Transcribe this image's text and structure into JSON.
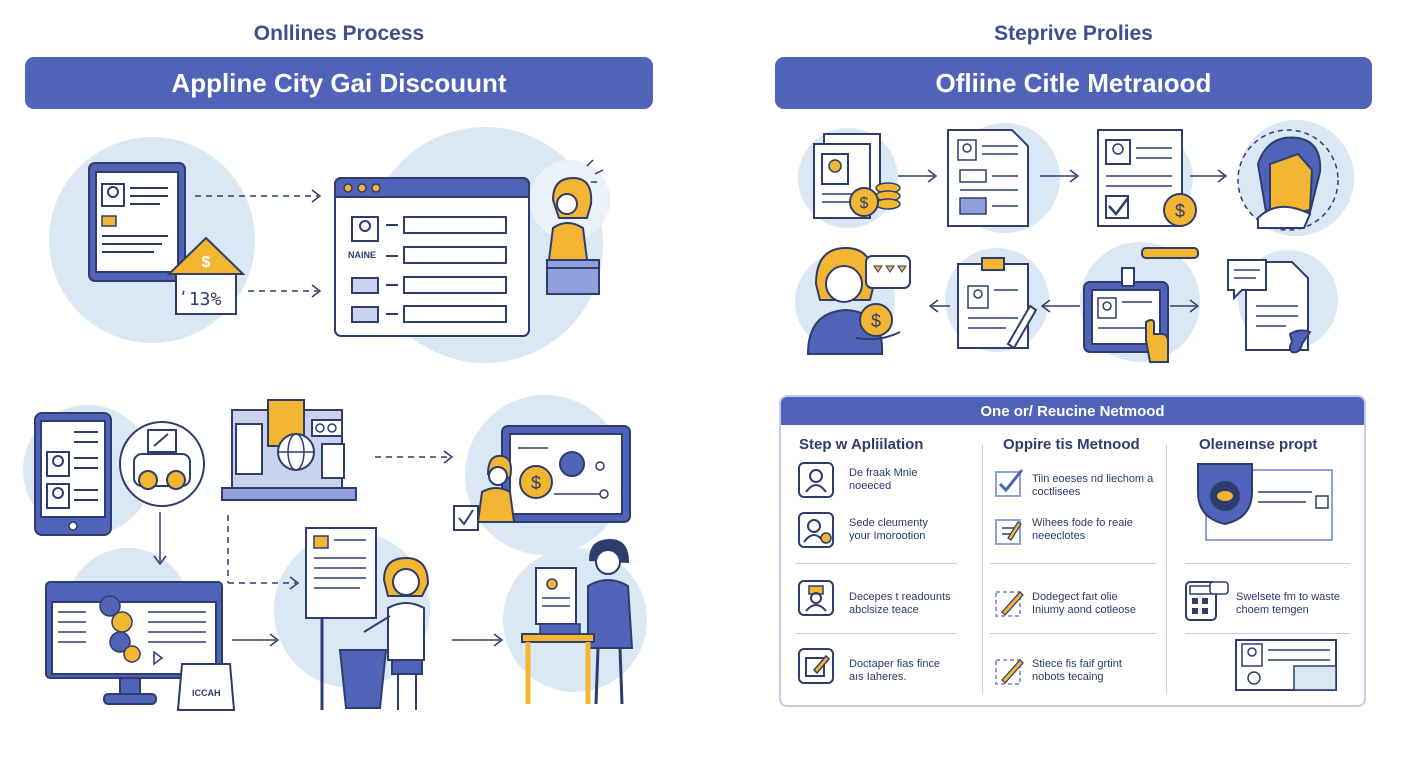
{
  "left": {
    "subtitle": "Onllines Process",
    "banner": "Appline City Gai Discouunt",
    "form_label": "NAINE",
    "price_tag": "ʹ13%",
    "stand_sign": "ICCAH"
  },
  "right": {
    "subtitle": "Steprive Prolies",
    "banner": "Ofliine Citle Metraıood",
    "table": {
      "header": "One or/ Reucine Netmood",
      "columns": [
        {
          "title": "Step w Apliilation",
          "rows": [
            "De fraak Mnie\nnoeeced",
            "Sede cleumenty\nyour Imorootion",
            "Decepes t readounts\nabclsize teace",
            "Doctaper fias fince\naıs Iaheres."
          ]
        },
        {
          "title": "Oppire tis Metnood",
          "rows": [
            "Tiin eoeses nd liechom a\ncoctlisees",
            "Wihees fode fo reaie\nneeeclotes",
            "Dodegect faıt olie\nIniumy aond cotleose",
            "Stiece fis faif grtint\nnobots tecaing"
          ]
        },
        {
          "title": "Oleıneınse propt",
          "rows": [
            "Swelsete fm to waste\nchoem temgen"
          ]
        }
      ]
    }
  },
  "colors": {
    "primary": "#4f63b8",
    "circle": "#d9e8f4",
    "accent": "#f2b632",
    "ink": "#2f3d6e"
  }
}
